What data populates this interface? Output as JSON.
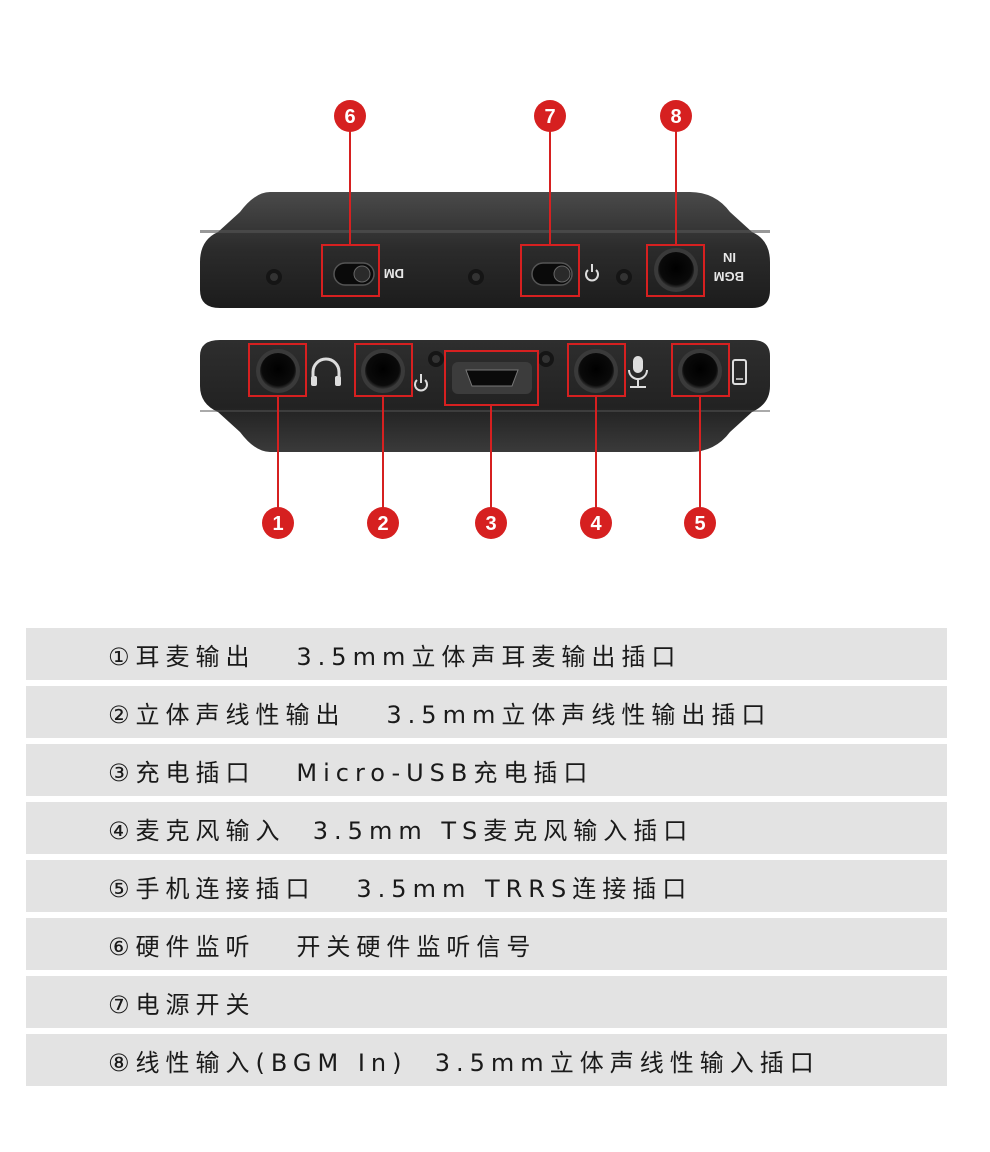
{
  "device": {
    "top_face_labels": {
      "dm": "DM",
      "bgm_line1": "IN",
      "bgm_line2": "BGM"
    },
    "badge_color": "#d62020",
    "highlight_color": "#d62020"
  },
  "callouts": [
    "1",
    "2",
    "3",
    "4",
    "5",
    "6",
    "7",
    "8"
  ],
  "icons": {
    "port1": "headphones-icon",
    "port2": "power-icon",
    "port4": "microphone-icon",
    "port5": "phone-icon",
    "top_power": "power-icon"
  },
  "spec_rows": [
    "①耳麦输出   3.5mm立体声耳麦输出插口",
    "②立体声线性输出   3.5mm立体声线性输出插口",
    "③充电插口   Micro-USB充电插口",
    "④麦克风输入  3.5mm TS麦克风输入插口",
    "⑤手机连接插口   3.5mm TRRS连接插口",
    "⑥硬件监听   开关硬件监听信号",
    "⑦电源开关",
    "⑧线性输入(BGM In)  3.5mm立体声线性输入插口"
  ]
}
